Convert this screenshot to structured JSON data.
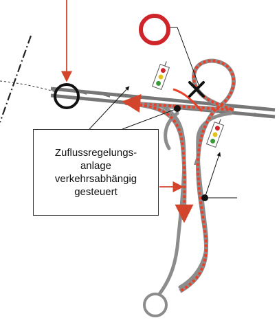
{
  "annotation": {
    "lines": [
      "Zuflussregelungs-",
      "anlage",
      "verkehrsabhängig",
      "gesteuert"
    ]
  },
  "icons": {
    "no_entry_sign": "red-ring-traffic-sign",
    "traffic_light_1": "traffic-light-icon",
    "traffic_light_2": "traffic-light-icon",
    "blocked_marker": "black-x-icon",
    "merge_point": "black-circle-marker"
  },
  "colors": {
    "road": "#8c8c8c",
    "route_dash": "#e8412a",
    "arrow": "#d2452c",
    "sign_red": "#d0242b",
    "annotation": "#111111"
  }
}
